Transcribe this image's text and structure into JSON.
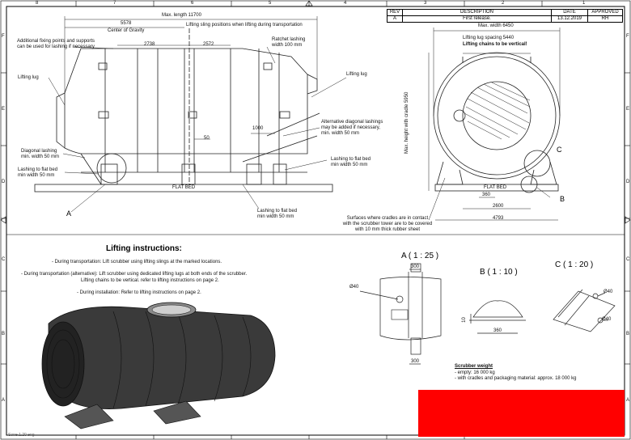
{
  "colors": {
    "frame": "#000000",
    "line": "#222222",
    "red_block": "#ff0000",
    "bg": "#ffffff"
  },
  "border": {
    "top_numbers": [
      "8",
      "7",
      "6",
      "5",
      "4",
      "3",
      "2",
      "1"
    ],
    "side_letters": [
      "F",
      "E",
      "D",
      "C",
      "B",
      "A"
    ],
    "watermark": "Sone 1.20 eng"
  },
  "revision_table": {
    "headers": [
      "REV",
      "DESCRIPTION",
      "DATE",
      "APPROVED"
    ],
    "rows": [
      [
        "A",
        "First release.",
        "13.12.2019",
        "RH"
      ]
    ]
  },
  "side_view": {
    "max_length": "Max. length 11700",
    "center_of_gravity_value": "5578",
    "center_of_gravity_label": "Center of Gravity",
    "dim_2738": "2738",
    "dim_2572": "2572",
    "dim_1000": "1000",
    "dim_50": "50",
    "lifting_sling_positions": "Lifting sling positions when lifting during transportation",
    "additional_fixing": [
      "Additional fixing points and supports",
      "can be used for lashing if necessary"
    ],
    "ratchet_lashing": [
      "Ratchet lashing",
      "width 100 mm"
    ],
    "lifting_lug_left": "Lifting lug",
    "lifting_lug_right": "Lifting lug",
    "alt_diagonal": [
      "Alternative diagonal lashings",
      "may be added if necessary,",
      "min. width 50 mm"
    ],
    "diagonal_lashing": [
      "Diagonal lashing",
      "min. width 50 mm"
    ],
    "lashing_flat_bed_left": [
      "Lashing to flat bed",
      "min width 50 mm"
    ],
    "lashing_flat_bed_right": [
      "Lashing to flat bed",
      "min width 50 mm"
    ],
    "lashing_flat_bed_bottom": [
      "Lashing to flat bed",
      "min width 50 mm"
    ],
    "flat_bed": "FLAT BED",
    "callout_a": "A"
  },
  "end_view": {
    "max_width": "Max. width 6450",
    "lug_spacing": "Lifting lug spacing 5440",
    "chains_vertical": "Lifting chains to be vertical!",
    "max_height": "Max. height with cradle 5950",
    "flat_bed": "FLAT BED",
    "dim_360": "360",
    "dim_2600": "2600",
    "dim_4793": "4793",
    "callout_b": "B",
    "callout_c": "C",
    "surfaces_note": [
      "Surfaces where cradles are in contact",
      "with the scrubber tower are to be covered",
      "with 10 mm thick rubber sheet"
    ]
  },
  "instructions": {
    "title": "Lifting instructions:",
    "line1": "- During transportation: Lift scrubber using lifting slings at the marked locations.",
    "line2a": "- During transportation (alternative): Lift scrubber using dedicated lifting lugs at both ends of the scrubber.",
    "line2b": "Lifting chains to be vertical. refer to lifting instructions on page 2.",
    "line3": "- During installation: Refer to lifting instructions on page 2."
  },
  "details": {
    "a_title": "A ( 1 : 25 )",
    "b_title": "B ( 1 : 10 )",
    "c_title": "C ( 1 : 20 )",
    "a_300_top": "300",
    "a_300_bottom": "300",
    "a_d40": "Ø40",
    "b_10": "10",
    "b_360": "360",
    "c_d40_1": "Ø40",
    "c_d40_2": "Ø40"
  },
  "weight": {
    "title": "Scrubber weight",
    "empty": "- empty: 16 000 kg",
    "with_cradles": "- with cradles and packaging material: approx. 18 000 kg"
  }
}
